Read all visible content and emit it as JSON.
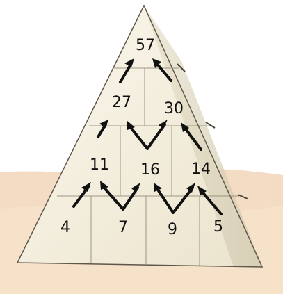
{
  "pyramid": {
    "rows": [
      {
        "level": "top",
        "values": [
          "57"
        ]
      },
      {
        "level": "third",
        "values": [
          "27",
          "30"
        ]
      },
      {
        "level": "second",
        "values": [
          "11",
          "16",
          "14"
        ]
      },
      {
        "level": "bottom",
        "values": [
          "4",
          "7",
          "9",
          "5"
        ]
      }
    ]
  },
  "colors": {
    "ground": "#f3dcc3",
    "pyramid_light": "#f3efdf",
    "pyramid_shadow": "#d9d2bc",
    "edge": "#5f574b",
    "text": "#111111"
  }
}
